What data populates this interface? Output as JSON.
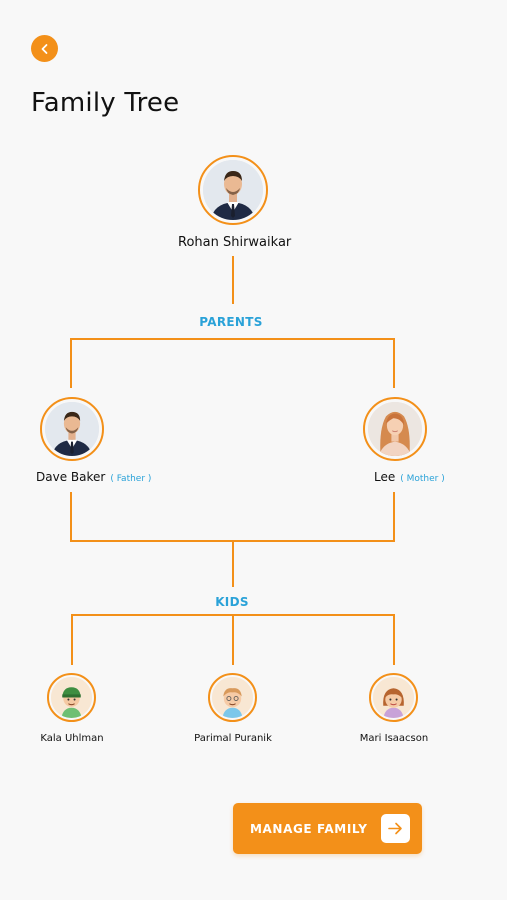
{
  "header": {
    "title": "Family Tree",
    "back_icon": "chevron-left-icon"
  },
  "tree": {
    "self": {
      "name": "Rohan Shirwaikar"
    },
    "parents_label": "PARENTS",
    "parents": [
      {
        "name": "Dave Baker",
        "relation": "( Father )"
      },
      {
        "name": "Lee",
        "relation": "( Mother )"
      }
    ],
    "kids_label": "KIDS",
    "kids": [
      {
        "name": "Kala Uhlman"
      },
      {
        "name": "Parimal Puranik"
      },
      {
        "name": "Mari Isaacson"
      }
    ]
  },
  "footer": {
    "manage_label": "MANAGE FAMILY",
    "manage_icon": "arrow-right-icon"
  },
  "colors": {
    "accent": "#f39019",
    "label_blue": "#2aa2d8",
    "background": "#f8f8f8"
  }
}
